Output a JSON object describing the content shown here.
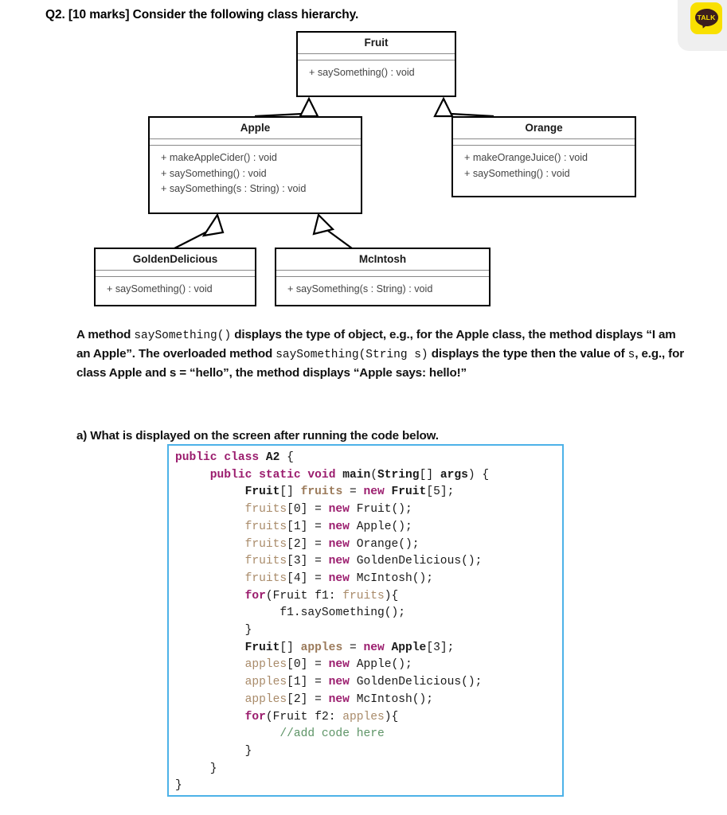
{
  "share_widget": {
    "kakao_label": "TALK",
    "accent_color": "#f9e000",
    "bubble_color": "#3c1e1e"
  },
  "question": {
    "number": "Q2.",
    "marks": "[10 marks]",
    "prompt": "Consider the following class hierarchy."
  },
  "uml": {
    "classes": [
      {
        "name": "Fruit",
        "operations": [
          "+ saySomething() : void"
        ]
      },
      {
        "name": "Apple",
        "operations": [
          "+ makeAppleCider() : void",
          "+ saySomething() : void",
          "+ saySomething(s : String) : void"
        ]
      },
      {
        "name": "Orange",
        "operations": [
          "+ makeOrangeJuice() : void",
          "+ saySomething() : void"
        ]
      },
      {
        "name": "GoldenDelicious",
        "operations": [
          "+ saySomething() : void"
        ]
      },
      {
        "name": "McIntosh",
        "operations": [
          "+ saySomething(s : String) : void"
        ]
      }
    ],
    "generalizations": [
      {
        "from": "Apple",
        "to": "Fruit"
      },
      {
        "from": "Orange",
        "to": "Fruit"
      },
      {
        "from": "GoldenDelicious",
        "to": "Apple"
      },
      {
        "from": "McIntosh",
        "to": "Apple"
      }
    ]
  },
  "paragraph1": {
    "seg1": "A method ",
    "code1": "saySomething()",
    "seg2": " displays the type of object, e.g., for the Apple class, the method displays “I am an Apple”. The overloaded method ",
    "code2": "saySomething(String s)",
    "seg3": " displays the type then the value of ",
    "code3": "s",
    "seg4": ", e.g., for class Apple and s = “hello”, the method displays “Apple says: hello!”"
  },
  "paragraph2": {
    "text": "a) What is displayed on the screen after running the code below."
  },
  "code_block": {
    "border_color": "#4db2e8",
    "keyword_color": "#9b1d6e",
    "variable_color": "#9b7a5a",
    "comment_color": "#5d9466",
    "lines": [
      "public class A2 {",
      "     public static void main(String[] args) {",
      "          Fruit[] fruits = new Fruit[5];",
      "          fruits[0] = new Fruit();",
      "          fruits[1] = new Apple();",
      "          fruits[2] = new Orange();",
      "          fruits[3] = new GoldenDelicious();",
      "          fruits[4] = new McIntosh();",
      "          for(Fruit f1: fruits){",
      "               f1.saySomething();",
      "          }",
      "          Fruit[] apples = new Apple[3];",
      "          apples[0] = new Apple();",
      "          apples[1] = new GoldenDelicious();",
      "          apples[2] = new McIntosh();",
      "          for(Fruit f2: apples){",
      "               //add code here",
      "          }",
      "     }",
      "}"
    ]
  }
}
